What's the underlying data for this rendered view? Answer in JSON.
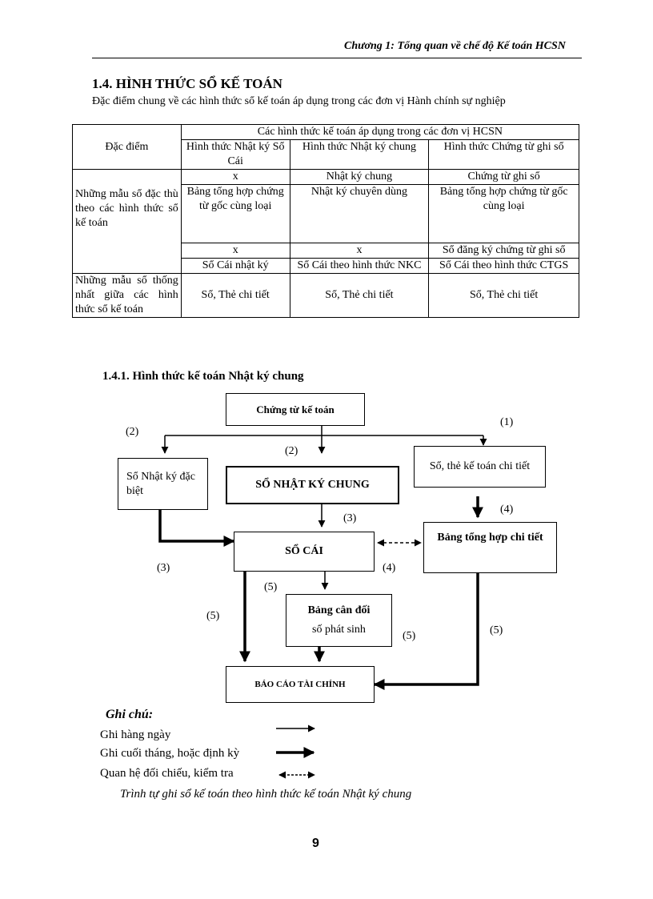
{
  "header": {
    "chapter_title": "Chương 1: Tổng quan về chế độ Kế toán HCSN"
  },
  "section": {
    "title": "1.4. HÌNH THỨC SỔ KẾ TOÁN",
    "description": "Đặc điểm chung về các hình thức sổ kế toán áp dụng trong các đơn vị Hành chính sự nghiệp"
  },
  "table": {
    "header_left": "Đặc điểm",
    "header_group": "Các hình thức kế toán áp dụng trong các đơn vị HCSN",
    "col1": "Hình thức Nhật ký Sổ Cái",
    "col2": "Hình thức Nhật ký chung",
    "col3": "Hình thức Chứng từ ghi sổ",
    "group1_label": "Những mẫu sổ đặc thù theo các hình thức sổ kế toán",
    "group2_label": "Những mẫu sổ thống nhất giữa các hình thức sổ kế toán",
    "rows": [
      [
        "x",
        "Nhật ký chung",
        "Chứng từ ghi sổ"
      ],
      [
        "Bảng tổng hợp chứng từ gốc cùng loại",
        "Nhật ký chuyên dùng",
        "Bảng tổng hợp chứng từ gốc cùng loại"
      ],
      [
        "x",
        "x",
        "Sổ đăng ký chứng từ ghi sổ"
      ],
      [
        "Sổ Cái nhật ký",
        "Sổ Cái theo hình thức NKC",
        "Sổ Cái theo hình thức CTGS"
      ],
      [
        "Sổ, Thẻ chi tiết",
        "Sổ, Thẻ chi tiết",
        "Sổ, Thẻ chi tiết"
      ]
    ]
  },
  "subsection": {
    "title": "1.4.1. Hình thức kế toán Nhật ký chung"
  },
  "diagram": {
    "chung_tu": "Chứng từ kế toán",
    "nhat_ky_dac_biet": "Sổ Nhật ký đặc biệt",
    "nhat_ky_chung": "SỔ NHẬT KÝ CHUNG",
    "so_the_chi_tiet": "Sổ, thẻ kế toán chi tiết",
    "so_cai": "SỔ CÁI",
    "bang_tong_hop": "Bảng tổng hợp chi tiết",
    "bang_can_doi_1": "Bảng cân đối",
    "bang_can_doi_2": "số phát sinh",
    "bao_cao": "BÁO CÁO TÀI CHÍNH",
    "labels": {
      "l1": "(1)",
      "l2a": "(2)",
      "l2b": "(2)",
      "l3a": "(3)",
      "l3b": "(3)",
      "l4a": "(4)",
      "l4b": "(4)",
      "l5a": "(5)",
      "l5b": "(5)",
      "l5c": "(5)",
      "l5d": "(5)"
    }
  },
  "legend": {
    "title": "Ghi chú:",
    "daily": "Ghi hàng ngày",
    "periodic": "Ghi cuối tháng, hoặc định kỳ",
    "check": "Quan hệ đối chiếu, kiểm tra"
  },
  "caption": "Trình tự ghi sổ kế toán theo hình thức kế toán Nhật ký chung",
  "page_number": "9"
}
